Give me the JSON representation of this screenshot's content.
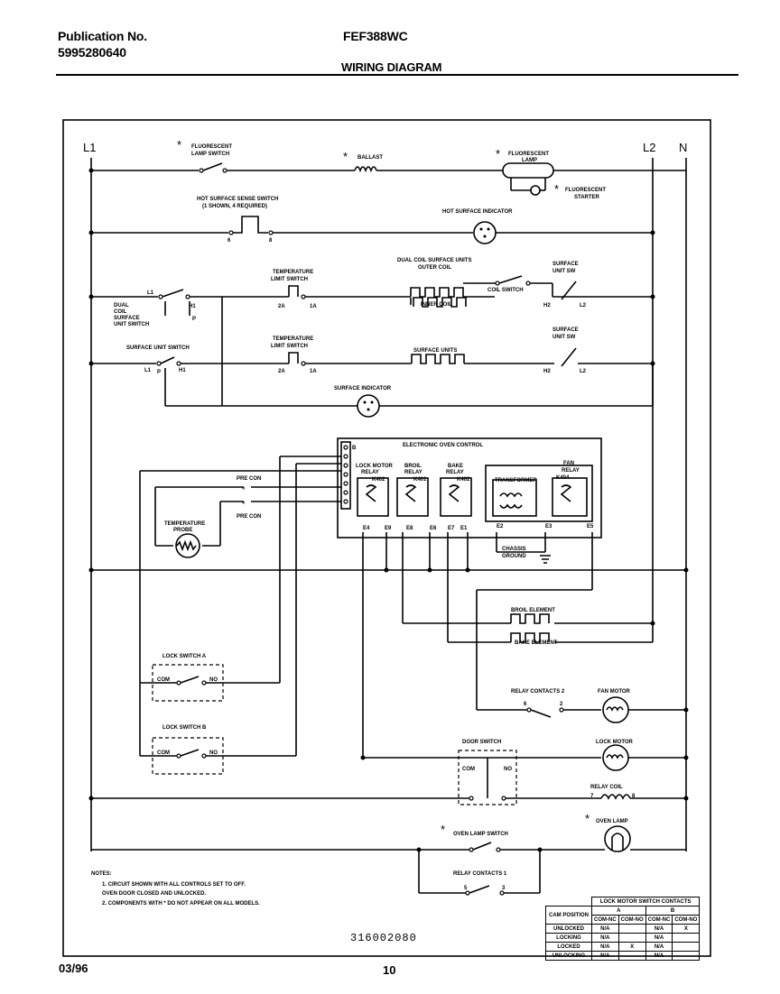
{
  "header": {
    "pub_label": "Publication No.",
    "pub_number": "5995280640",
    "model": "FEF388WC",
    "title": "WIRING DIAGRAM"
  },
  "lines": {
    "l1": "L1",
    "l2": "L2",
    "n": "N"
  },
  "labels": {
    "fluor_switch": [
      "FLUORESCENT",
      "LAMP SWITCH"
    ],
    "ballast": "BALLAST",
    "fluor_lamp": [
      "FLUORESCENT",
      "LAMP"
    ],
    "fluor_starter": [
      "FLUORESCENT",
      "STARTER"
    ],
    "hot_sense": [
      "HOT SURFACE SENSE SWITCH",
      "(1 SHOWN, 4 REQUIRED)"
    ],
    "hot_indicator": "HOT SURFACE INDICATOR",
    "dual_coil_units": [
      "DUAL COIL SURFACE UNITS",
      "OUTER COIL"
    ],
    "inner_coil": "INNER COIL",
    "coil_switch": "COIL SWITCH",
    "surface_unit_sw": [
      "SURFACE",
      "UNIT SW"
    ],
    "temp_limit": [
      "TEMPERATURE",
      "LIMIT SWITCH"
    ],
    "dual_coil_switch": [
      "DUAL",
      "COIL",
      "SURFACE",
      "UNIT SWITCH"
    ],
    "surface_unit_switch": "SURFACE UNIT SWITCH",
    "surface_units": "SURFACE UNITS",
    "surface_indicator": "SURFACE INDICATOR",
    "eoc": "ELECTRONIC OVEN CONTROL",
    "lock_motor_relay": [
      "LOCK MOTOR",
      "RELAY",
      "K402"
    ],
    "broil_relay": [
      "BROIL",
      "RELAY",
      "K401"
    ],
    "bake_relay": [
      "BAKE",
      "RELAY",
      "K402"
    ],
    "transformer": "TRANSFORMER",
    "fan_relay": [
      "FAN",
      "RELAY",
      "K404"
    ],
    "pre_con_1": "PRE CON",
    "pre_con_2": "PRE CON",
    "temp_probe": [
      "TEMPERATURE",
      "PROBE"
    ],
    "chassis_ground": [
      "CHASSIS",
      "GROUND"
    ],
    "broil_element": "BROIL ELEMENT",
    "bake_element": "BAKE ELEMENT",
    "lock_switch_a": "LOCK SWITCH A",
    "lock_switch_b": "LOCK SWITCH B",
    "relay_contacts_2": "RELAY CONTACTS 2",
    "fan_motor": "FAN MOTOR",
    "door_switch": "DOOR SWITCH",
    "lock_motor": "LOCK MOTOR",
    "relay_coil": "RELAY COIL",
    "oven_lamp_switch": "OVEN LAMP SWITCH",
    "oven_lamp": "OVEN LAMP",
    "relay_contacts_1": "RELAY CONTACTS 1",
    "com": "COM",
    "no": "NO",
    "terminals": {
      "e4": "E4",
      "e9": "E9",
      "e8": "E8",
      "e6": "E6",
      "e7": "E7",
      "e1": "E1",
      "e2": "E2",
      "e3": "E3",
      "e5": "E5",
      "six": "6",
      "eight": "8",
      "two_a": "2A",
      "one_a": "1A",
      "h1": "H1",
      "h2": "H2",
      "l1t": "L1",
      "l2t": "L2",
      "p": "P",
      "r6": "6",
      "r2": "2",
      "r7": "7",
      "r8": "8",
      "r5": "5",
      "r3": "3",
      "b": "B"
    }
  },
  "notes": {
    "title": "NOTES:",
    "items": [
      "1. CIRCUIT SHOWN WITH ALL CONTROLS SET TO OFF.",
      "   OVEN DOOR CLOSED AND UNLOCKED.",
      "2. COMPONENTS WITH * DO NOT APPEAR ON ALL MODELS."
    ]
  },
  "cam_table": {
    "title": "LOCK MOTOR SWITCH CONTACTS",
    "col_head": "CAM POSITION",
    "groups": [
      "A",
      "B"
    ],
    "sub": [
      "COM-NC",
      "COM-NO",
      "COM-NC",
      "COM-NO"
    ],
    "rows": [
      [
        "UNLOCKED",
        "N/A",
        "",
        "N/A",
        "X"
      ],
      [
        "LOCKING",
        "N/A",
        "",
        "N/A",
        ""
      ],
      [
        "LOCKED",
        "N/A",
        "X",
        "N/A",
        ""
      ],
      [
        "UNLOCKING",
        "N/A",
        "",
        "N/A",
        ""
      ]
    ]
  },
  "footer": {
    "doc_code": "316002080",
    "date": "03/96",
    "page": "10"
  }
}
